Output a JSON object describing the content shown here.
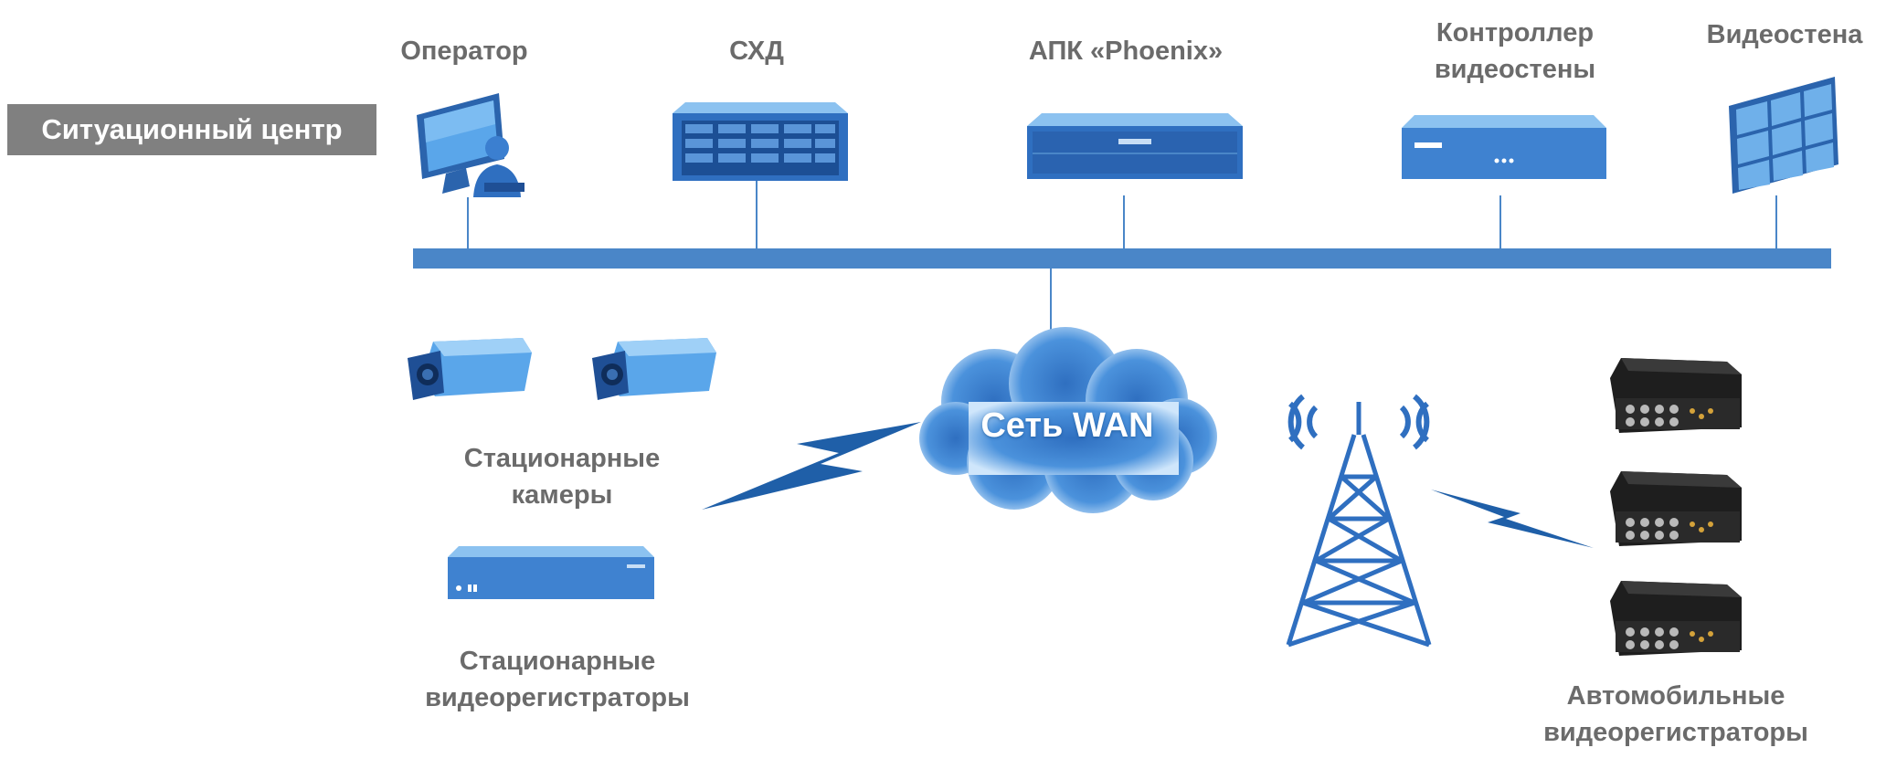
{
  "situation_center": "Ситуационный центр",
  "top_devices": [
    {
      "label_lines": [
        "Оператор"
      ]
    },
    {
      "label_lines": [
        "СХД"
      ]
    },
    {
      "label_lines": [
        "АПК «Phoenix»"
      ]
    },
    {
      "label_lines": [
        "Контроллер",
        "видеостены"
      ]
    },
    {
      "label_lines": [
        "Видеостена"
      ]
    }
  ],
  "network": "Сеть  WAN",
  "stationary_cameras": [
    "Стационарные",
    "камеры"
  ],
  "stationary_recorders": [
    "Стационарные",
    "видеорегистраторы"
  ],
  "mobile_recorders": [
    "Автомобильные",
    "видеорегистраторы"
  ],
  "colors": {
    "bus": "#4a86c8",
    "device_blue": "#2f6fc0",
    "device_light": "#6fb0ea",
    "label_gray": "#6b6b6b",
    "badge_gray": "#808080",
    "lightning": "#1f5fa8",
    "mobile_recorder_body": "#1e1e1e"
  },
  "icons": [
    "operator-workstation-icon",
    "storage-server-icon",
    "phoenix-server-icon",
    "videowall-controller-icon",
    "videowall-icon",
    "camera-icon",
    "recorder-icon",
    "cloud-icon",
    "radio-tower-icon",
    "mobile-recorder-icon",
    "lightning-icon"
  ]
}
